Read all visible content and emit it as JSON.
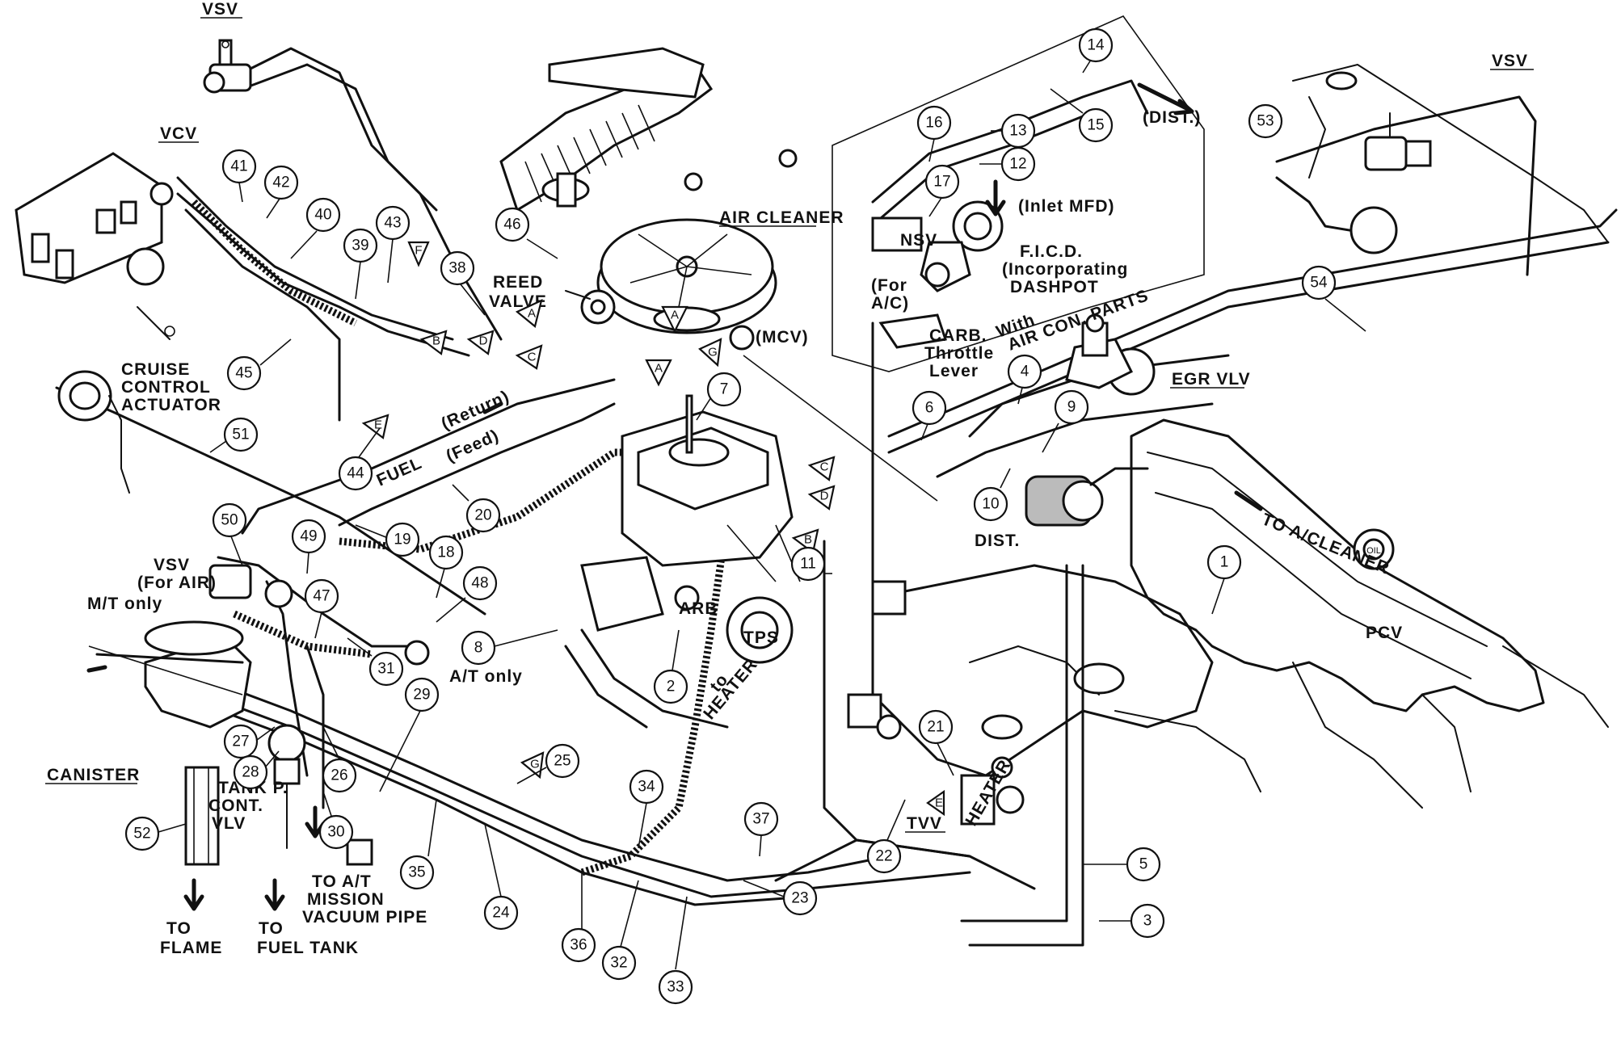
{
  "labels": {
    "vsv_top": "VSV",
    "vcv": "VCV",
    "vsv_right": "VSV",
    "air_cleaner": "AIR CLEANER",
    "reed_valve_1": "REED",
    "reed_valve_2": "VALVE",
    "mcv": "(MCV)",
    "cruise_1": "CRUISE",
    "cruise_2": "CONTROL",
    "cruise_3": "ACTUATOR",
    "fuel": "FUEL",
    "return": "(Return)",
    "feed": "(Feed)",
    "vsv_air_1": "VSV",
    "vsv_air_2": "(For AIR)",
    "mt_only": "M/T only",
    "at_only": "A/T only",
    "canister": "CANISTER",
    "tank_1": "TANK P.",
    "tank_2": "CONT.",
    "tank_3": "VLV",
    "to_at_1": "TO A/T",
    "to_at_2": "MISSION",
    "to_at_3": "VACUUM PIPE",
    "to_flame": "FLAME",
    "to_fuel_tank": "FUEL TANK",
    "to_1": "TO",
    "to_2": "TO",
    "dist_top": "(DIST.)",
    "inlet_mfd": "(Inlet MFD)",
    "ficd_1": "F.I.C.D.",
    "ficd_2": "(Incorporating",
    "ficd_3": "DASHPOT",
    "with_ac_1": "With",
    "with_ac_2": "AIR CON. PARTS",
    "nsv": "NSV",
    "for_ac_1": "(For",
    "for_ac_2": "A/C)",
    "carb_1": "CARB.",
    "carb_2": "Throttle",
    "carb_3": "Lever",
    "egr_vlv": "EGR VLV",
    "dist_mid": "DIST.",
    "to_acleaner": "TO A/CLEANER",
    "pcv": "PCV",
    "oil": "OIL",
    "tps": "TPS",
    "to_heater_1": "to",
    "to_heater_2": "HEATER",
    "heater": "HEATER",
    "tvv": "TVV",
    "carb_side": "ARB"
  },
  "triangles": [
    "A",
    "A",
    "A",
    "B",
    "B",
    "C",
    "C",
    "D",
    "D",
    "E",
    "E",
    "F",
    "G",
    "G"
  ],
  "callouts": [
    "1",
    "2",
    "3",
    "4",
    "5",
    "6",
    "7",
    "8",
    "9",
    "10",
    "11",
    "12",
    "13",
    "14",
    "15",
    "16",
    "17",
    "18",
    "19",
    "20",
    "21",
    "22",
    "23",
    "24",
    "25",
    "26",
    "27",
    "28",
    "29",
    "30",
    "31",
    "32",
    "33",
    "34",
    "35",
    "36",
    "37",
    "38",
    "39",
    "40",
    "41",
    "42",
    "43",
    "44",
    "45",
    "46",
    "47",
    "48",
    "49",
    "50",
    "51",
    "52",
    "53",
    "54"
  ]
}
